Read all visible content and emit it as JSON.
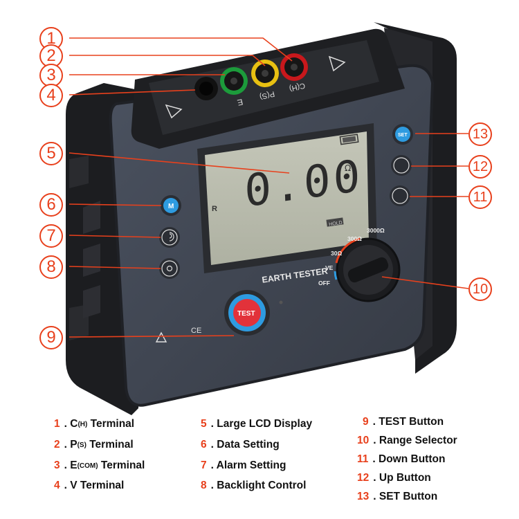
{
  "callouts": [
    {
      "num": "1",
      "label_pre": "C",
      "label_sub": "(H)",
      "label_post": " Terminal"
    },
    {
      "num": "2",
      "label_pre": "P",
      "label_sub": "(S)",
      "label_post": " Terminal"
    },
    {
      "num": "3",
      "label_pre": "E",
      "label_sub": "(COM)",
      "label_post": " Terminal"
    },
    {
      "num": "4",
      "label_pre": "V Terminal",
      "label_sub": "",
      "label_post": ""
    },
    {
      "num": "5",
      "label_pre": "Large LCD Display",
      "label_sub": "",
      "label_post": ""
    },
    {
      "num": "6",
      "label_pre": "Data Setting",
      "label_sub": "",
      "label_post": ""
    },
    {
      "num": "7",
      "label_pre": "Alarm Setting",
      "label_sub": "",
      "label_post": ""
    },
    {
      "num": "8",
      "label_pre": "Backlight Control",
      "label_sub": "",
      "label_post": ""
    },
    {
      "num": "9",
      "label_pre": "TEST Button",
      "label_sub": "",
      "label_post": ""
    },
    {
      "num": "10",
      "label_pre": "Range Selector",
      "label_sub": "",
      "label_post": ""
    },
    {
      "num": "11",
      "label_pre": "Down Button",
      "label_sub": "",
      "label_post": ""
    },
    {
      "num": "12",
      "label_pre": "Up Button",
      "label_sub": "",
      "label_post": ""
    },
    {
      "num": "13",
      "label_pre": "SET Button",
      "label_sub": "",
      "label_post": ""
    }
  ],
  "device": {
    "brand_label": "EARTH TESTER",
    "display_value": "0.00",
    "display_unit": "Ω",
    "display_r": "R",
    "display_hold": "HOLD",
    "test_label": "TEST",
    "m_label": "M",
    "set_label": "SET",
    "ce_mark": "CE",
    "jack_labels": {
      "p": "P(S)",
      "c": "C(H)",
      "e": "E"
    },
    "dial_labels": {
      "off": "OFF",
      "ve": "VE",
      "r30": "30Ω",
      "r300": "300Ω",
      "r3000": "3000Ω"
    }
  },
  "colors": {
    "accent": "#e8401c",
    "body": "#3e4450",
    "bumper": "#1c1d20",
    "lcd": "#b9bcae",
    "button_blue": "#2e9be0",
    "test_red": "#e2323a"
  }
}
